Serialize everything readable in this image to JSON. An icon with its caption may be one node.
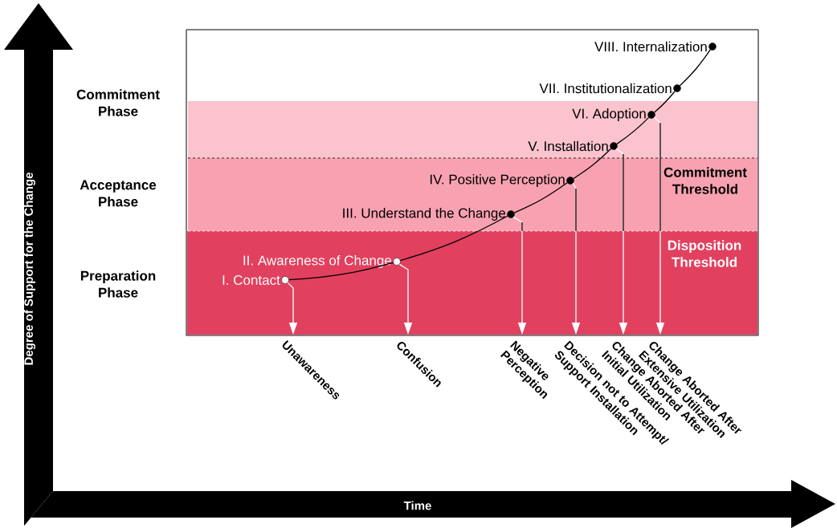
{
  "diagram": {
    "nodes": [
      {
        "text": [
          "I. Contact"
        ]
      },
      {
        "text": [
          "II. Awareness of Change"
        ]
      },
      {
        "text": [
          "III. Understand the Change"
        ]
      },
      {
        "text": [
          "IV. Positive Perception"
        ]
      },
      {
        "text": [
          "V. Installation"
        ]
      },
      {
        "text": [
          "VI. Adoption"
        ]
      },
      {
        "text": [
          "VII. Institutionalization"
        ]
      },
      {
        "text": [
          "VIII. Internalization"
        ]
      },
      {
        "text": [
          "Unawareness"
        ]
      },
      {
        "text": [
          "Confusion"
        ]
      },
      {
        "text": [
          "Negative Perception"
        ]
      },
      {
        "text": [
          "Decision not to Attempt/ Support Installation"
        ]
      },
      {
        "text": [
          "Change Aborted After Initial Utilization"
        ]
      },
      {
        "text": [
          "Change Aborted After Extensive Utilization"
        ]
      }
    ],
    "edges": [
      {
        "from": 0,
        "to": 1,
        "arrow": "none"
      },
      {
        "from": 1,
        "to": 2,
        "arrow": "none"
      },
      {
        "from": 2,
        "to": 3,
        "arrow": "none"
      },
      {
        "from": 3,
        "to": 4,
        "arrow": "none"
      },
      {
        "from": 4,
        "to": 5,
        "arrow": "none"
      },
      {
        "from": 5,
        "to": 6,
        "arrow": "none"
      },
      {
        "from": 6,
        "to": 7,
        "arrow": "none"
      },
      {
        "from": 0,
        "to": 8,
        "arrow": "to",
        "color": "#ffffff"
      },
      {
        "from": 1,
        "to": 9,
        "arrow": "to",
        "color": "#ffffff"
      },
      {
        "from": 2,
        "to": 10,
        "arrow": "to",
        "color": "#ffffff"
      },
      {
        "from": 3,
        "to": 11,
        "arrow": "to",
        "color": "#ffffff"
      },
      {
        "from": 4,
        "to": 12,
        "arrow": "to",
        "color": "#ffffff"
      },
      {
        "from": 5,
        "to": 13,
        "arrow": "to",
        "color": "#ffffff"
      }
    ],
    "labels": [
      "Commitment Phase",
      "Acceptance Phase",
      "Preparation Phase",
      "Commitment Threshold",
      "Disposition Threshold",
      "Degree of Support for the Change",
      "Time"
    ]
  }
}
